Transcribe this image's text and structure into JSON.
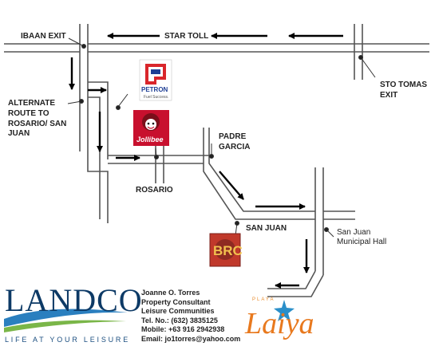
{
  "labels": {
    "ibaan_exit": "IBAAN EXIT",
    "star_toll": "STAR TOLL",
    "sto_tomas_line1": "STO TOMAS",
    "sto_tomas_line2": "EXIT",
    "alt_line1": "ALTERNATE",
    "alt_line2": "ROUTE TO",
    "alt_line3": "ROSARIO/ SAN",
    "alt_line4": "JUAN",
    "padre_line1": "PADRE",
    "padre_line2": "GARCIA",
    "rosario": "ROSARIO",
    "san_juan": "SAN JUAN",
    "hall_line1": "San Juan",
    "hall_line2": "Municipal Hall"
  },
  "logos": {
    "petron_name": "PETRON",
    "petron_tag": "Fuel Success.",
    "jollibee_name": "Jollibee",
    "brc_name": "BRC",
    "landco_name": "LANDCO",
    "landco_tagline": "LIFE AT YOUR LEISURE",
    "laiya_prefix": "PLAYA",
    "laiya_name": "Laiya"
  },
  "contact": {
    "name": "Joanne O. Torres",
    "title": "Property Consultant",
    "company": "Leisure Communities",
    "tel": "Tel. No.: (632) 3835125",
    "mobile": "Mobile: +63 916 2942938",
    "email": "Email: jo1torres@yahoo.com"
  },
  "colors": {
    "road": "#555555",
    "petron_red": "#d9262b",
    "petron_blue": "#1f3f95",
    "jollibee_red": "#c8102e",
    "landco_blue": "#0d3a66",
    "laiya_orange": "#e8791e"
  }
}
